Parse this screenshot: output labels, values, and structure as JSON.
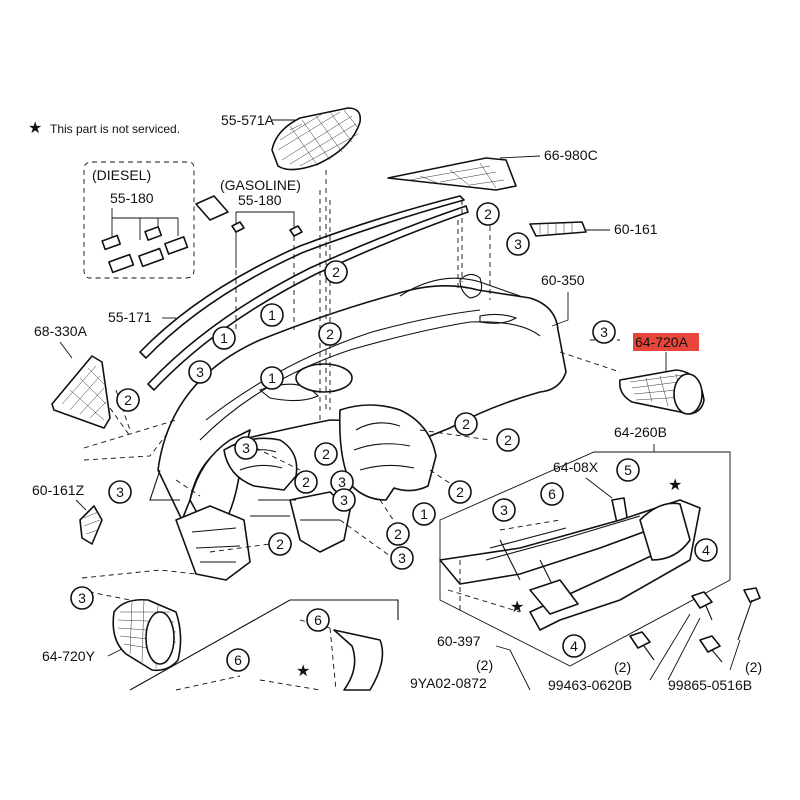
{
  "note": {
    "star": "★",
    "text": "This part is not serviced."
  },
  "highlight_color": "#e8453c",
  "groups": {
    "diesel": "(DIESEL)",
    "gasoline": "(GASOLINE)"
  },
  "part_labels": {
    "p55571A": "55-571A",
    "p66980C": "66-980C",
    "p55180_diesel": "55-180",
    "p55180_gas": "55-180",
    "p60161": "60-161",
    "p60350": "60-350",
    "p55171": "55-171",
    "p68330A": "68-330A",
    "p64720A": "64-720A",
    "p64260B": "64-260B",
    "p6408X": "64-08X",
    "p60161Z": "60-161Z",
    "p60397": "60-397",
    "p64720Y": "64-720Y",
    "p9YA02": "9YA02-0872",
    "p99463": "99463-0620B",
    "p99865": "99865-0516B",
    "qty2a": "(2)",
    "qty2b": "(2)",
    "qty2c": "(2)"
  },
  "callouts": [
    "1",
    "2",
    "3",
    "4",
    "5",
    "6"
  ]
}
